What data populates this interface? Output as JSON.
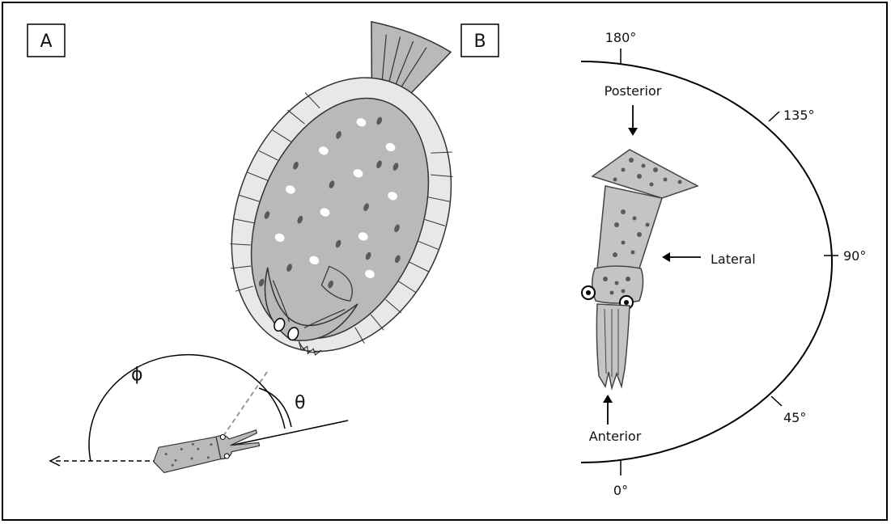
{
  "panel_a": {
    "label": "A",
    "angle_phi": "ϕ",
    "angle_theta": "θ"
  },
  "panel_b": {
    "label": "B",
    "posterior": "Posterior",
    "lateral": "Lateral",
    "anterior": "Anterior",
    "deg_180": "180°",
    "deg_135": "135°",
    "deg_90": "90°",
    "deg_45": "45°",
    "deg_0": "0°"
  },
  "colors": {
    "body_gray": "#b9b9b9",
    "fin_light": "#e8e8e8",
    "spot_dark": "#5a5a5a",
    "spot_light": "#ffffff"
  }
}
